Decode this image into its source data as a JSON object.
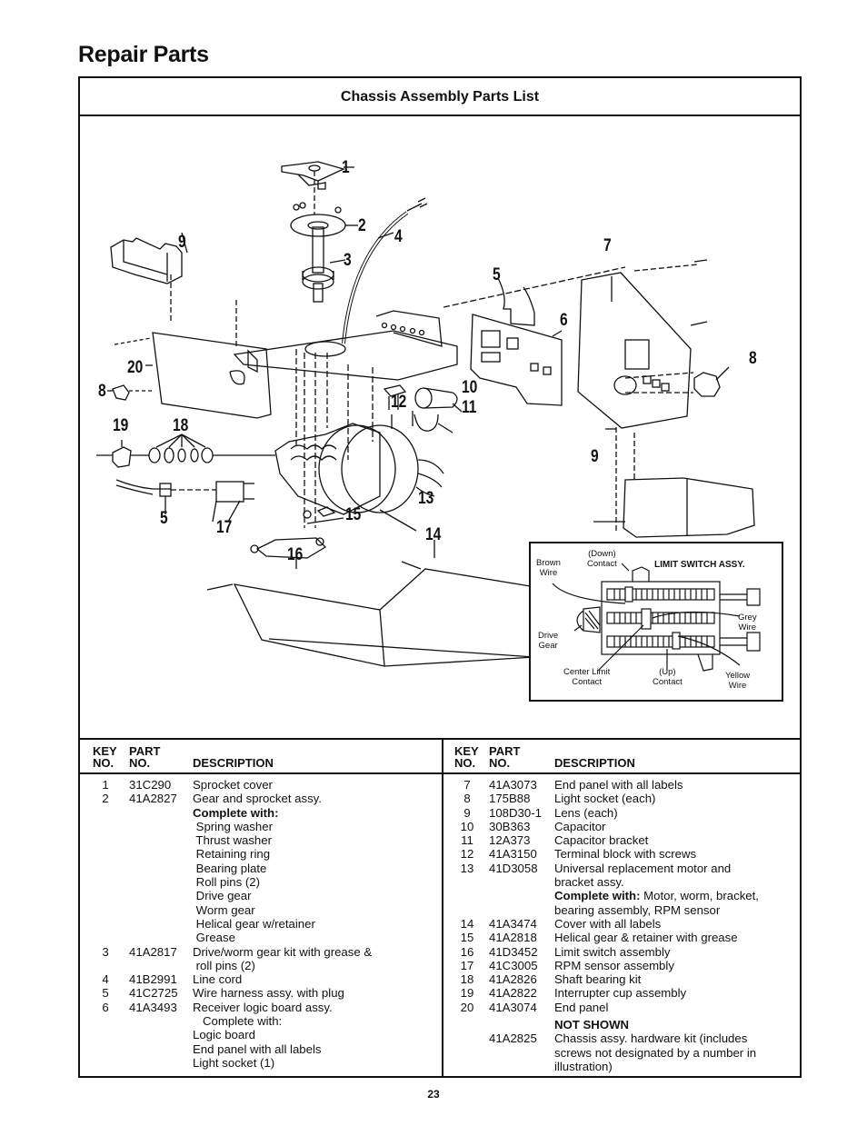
{
  "page": {
    "title": "Repair Parts",
    "section_title": "Chassis Assembly Parts List",
    "page_number": "23"
  },
  "diagram": {
    "callouts": [
      "1",
      "2",
      "3",
      "4",
      "5",
      "6",
      "7",
      "8",
      "9",
      "10",
      "11",
      "12",
      "13",
      "14",
      "15",
      "16",
      "17",
      "18",
      "19",
      "20"
    ],
    "callout_labels": {
      "c1": "1",
      "c2": "2",
      "c3": "3",
      "c4": "4",
      "c5a": "5",
      "c5b": "5",
      "c6": "6",
      "c7": "7",
      "c8a": "8",
      "c8b": "8",
      "c9a": "9",
      "c9b": "9",
      "c10": "10",
      "c11": "11",
      "c12": "12",
      "c13": "13",
      "c14": "14",
      "c15": "15",
      "c16": "16",
      "c17": "17",
      "c18": "18",
      "c19": "19",
      "c20": "20"
    },
    "limit_switch_inset": {
      "title": "LIMIT SWITCH ASSY.",
      "labels": {
        "down_contact": "(Down)\nContact",
        "brown_wire": "Brown\nWire",
        "grey_wire": "Grey\nWire",
        "drive_gear": "Drive\nGear",
        "center_limit_contact": "Center Limit\nContact",
        "up_contact": "(Up)\nContact",
        "yellow_wire": "Yellow\nWire"
      }
    }
  },
  "table": {
    "headers": {
      "key_no_1": "KEY",
      "key_no_2": "NO.",
      "part_no_1": "PART",
      "part_no_2": "NO.",
      "description": "DESCRIPTION"
    },
    "left_rows": [
      {
        "key": "1",
        "part": "31C290",
        "desc": "Sprocket cover"
      },
      {
        "key": "2",
        "part": "41A2827",
        "desc": "Gear and sprocket assy."
      },
      {
        "key": "",
        "part": "",
        "desc": "Complete with:",
        "bold": true
      },
      {
        "key": "",
        "part": "",
        "desc": " Spring washer"
      },
      {
        "key": "",
        "part": "",
        "desc": " Thrust washer"
      },
      {
        "key": "",
        "part": "",
        "desc": " Retaining ring"
      },
      {
        "key": "",
        "part": "",
        "desc": " Bearing plate"
      },
      {
        "key": "",
        "part": "",
        "desc": " Roll pins (2)"
      },
      {
        "key": "",
        "part": "",
        "desc": " Drive gear"
      },
      {
        "key": "",
        "part": "",
        "desc": " Worm gear"
      },
      {
        "key": "",
        "part": "",
        "desc": " Helical gear w/retainer"
      },
      {
        "key": "",
        "part": "",
        "desc": " Grease"
      },
      {
        "key": "3",
        "part": "41A2817",
        "desc": "Drive/worm gear kit with grease &"
      },
      {
        "key": "",
        "part": "",
        "desc": " roll pins (2)"
      },
      {
        "key": "4",
        "part": "41B2991",
        "desc": "Line cord"
      },
      {
        "key": "5",
        "part": "41C2725",
        "desc": "Wire harness assy. with plug"
      },
      {
        "key": "6",
        "part": "41A3493",
        "desc": "Receiver logic board assy."
      },
      {
        "key": "",
        "part": "",
        "desc": "   Complete with:"
      },
      {
        "key": "",
        "part": "",
        "desc": "Logic board"
      },
      {
        "key": "",
        "part": "",
        "desc": "End panel with all labels"
      },
      {
        "key": "",
        "part": "",
        "desc": "Light socket (1)"
      }
    ],
    "right_rows": [
      {
        "key": "7",
        "part": "41A3073",
        "desc": "End panel with all labels"
      },
      {
        "key": "8",
        "part": "175B88",
        "desc": "Light socket (each)"
      },
      {
        "key": "9",
        "part": "108D30-1",
        "desc": "Lens (each)"
      },
      {
        "key": "10",
        "part": "30B363",
        "desc": "Capacitor"
      },
      {
        "key": "11",
        "part": "12A373",
        "desc": "Capacitor bracket"
      },
      {
        "key": "12",
        "part": "41A3150",
        "desc": "Terminal block with screws"
      },
      {
        "key": "13",
        "part": "41D3058",
        "desc": "Universal replacement motor and"
      },
      {
        "key": "",
        "part": "",
        "desc": "bracket assy."
      },
      {
        "key": "",
        "part": "",
        "desc": "Complete with: Motor, worm, bracket,",
        "bold_prefix": "Complete with:"
      },
      {
        "key": "",
        "part": "",
        "desc": "bearing assembly, RPM sensor"
      },
      {
        "key": "14",
        "part": "41A3474",
        "desc": "Cover with all labels"
      },
      {
        "key": "15",
        "part": "41A2818",
        "desc": "Helical gear & retainer with grease"
      },
      {
        "key": "16",
        "part": "41D3452",
        "desc": "Limit switch assembly"
      },
      {
        "key": "17",
        "part": "41C3005",
        "desc": "RPM sensor assembly"
      },
      {
        "key": "18",
        "part": "41A2826",
        "desc": "Shaft bearing kit"
      },
      {
        "key": "19",
        "part": "41A2822",
        "desc": "Interrupter cup assembly"
      },
      {
        "key": "20",
        "part": "41A3074",
        "desc": "End panel"
      },
      {
        "key": "",
        "part": "",
        "desc": "NOT SHOWN",
        "bold": true,
        "gap": true
      },
      {
        "key": "",
        "part": "41A2825",
        "desc": "Chassis assy. hardware kit (includes"
      },
      {
        "key": "",
        "part": "",
        "desc": "screws not designated by a number in"
      },
      {
        "key": "",
        "part": "",
        "desc": "illustration)"
      }
    ]
  }
}
